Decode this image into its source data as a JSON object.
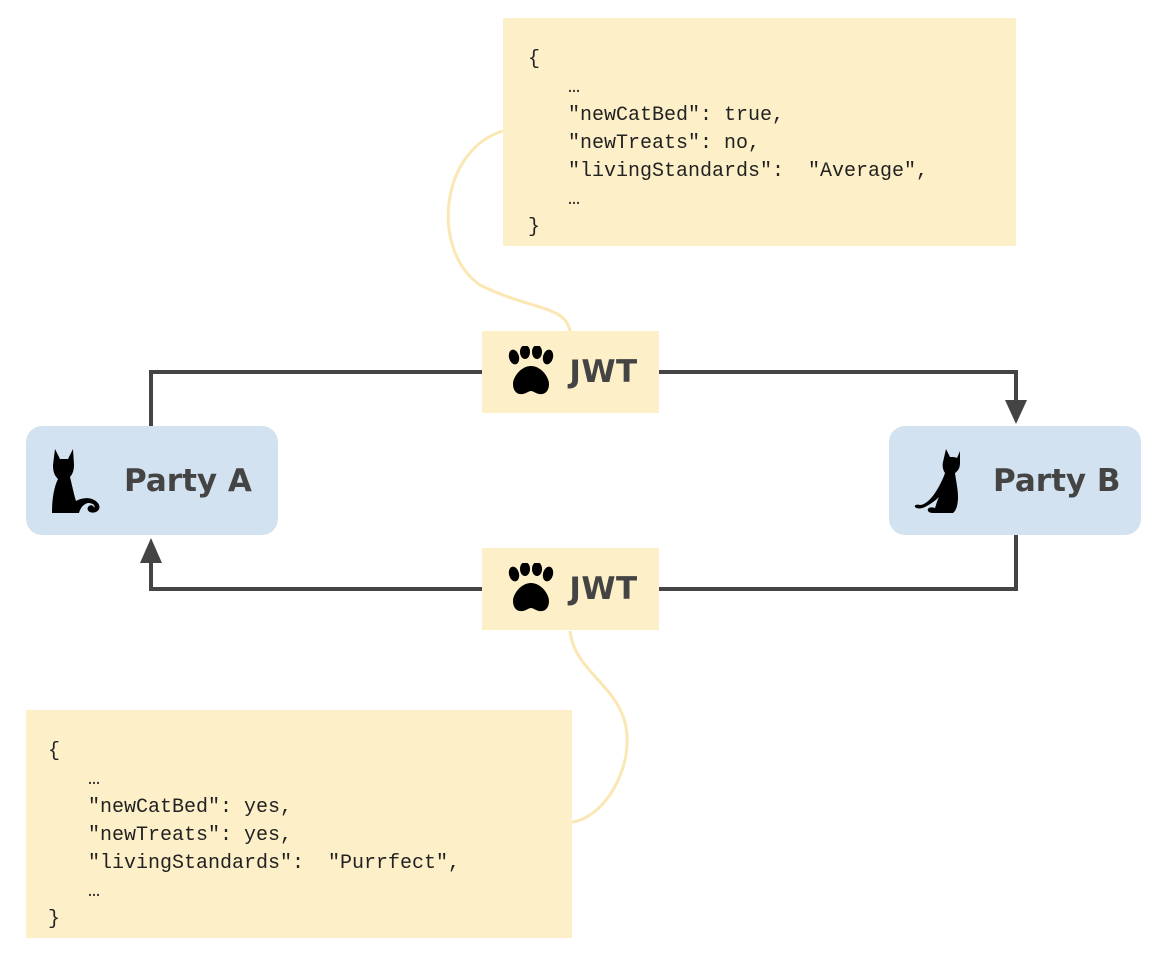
{
  "colors": {
    "note_background": "#fdf0c9",
    "connector_curve": "#fbe7b4",
    "party_background": "#d3e2f0",
    "arrow_line": "#444444",
    "label_text": "#444444"
  },
  "parties": {
    "a": {
      "label": "Party A",
      "icon": "cat-curled-tail-icon"
    },
    "b": {
      "label": "Party B",
      "icon": "cat-sitting-icon"
    }
  },
  "tokens": {
    "top": {
      "label": "JWT",
      "icon": "paw-icon"
    },
    "bottom": {
      "label": "JWT",
      "icon": "paw-icon"
    }
  },
  "payload_top": {
    "open": "{",
    "lines": [
      "…",
      "\"newCatBed\": true,",
      "\"newTreats\": no,",
      "\"livingStandards\":  \"Average\",",
      "…"
    ],
    "close": "}"
  },
  "payload_bottom": {
    "open": "{",
    "lines": [
      "…",
      "\"newCatBed\": yes,",
      "\"newTreats\": yes,",
      "\"livingStandards\":  \"Purrfect\",",
      "…"
    ],
    "close": "}"
  }
}
